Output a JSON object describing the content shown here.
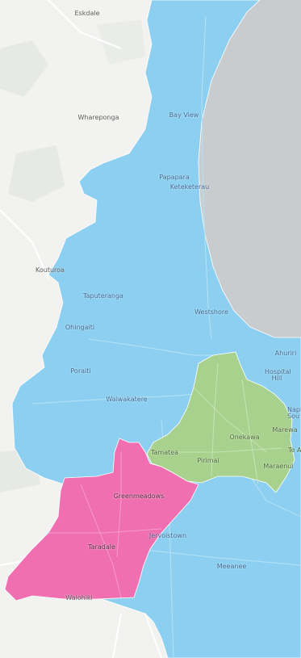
{
  "colors": {
    "land": "#f2f2f0",
    "land_patch": "#e6e9e5",
    "sea": "#c9ccce",
    "road": "#ffffff",
    "zone_blue": "#8ccff0",
    "zone_green": "#a9d18e",
    "zone_pink": "#ef6fb0",
    "zone_outline": "#ffffff"
  },
  "zones": [
    {
      "name": "blue",
      "color": "#8ccff0"
    },
    {
      "name": "green",
      "color": "#a9d18e"
    },
    {
      "name": "pink",
      "color": "#ef6fb0"
    }
  ],
  "places": [
    {
      "id": "eskdale",
      "label": "Eskdale",
      "tone": "base"
    },
    {
      "id": "whareponga",
      "label": "Whareponga",
      "tone": "base"
    },
    {
      "id": "bay-view",
      "label": "Bay View",
      "tone": "zone"
    },
    {
      "id": "papapara",
      "label": "Papapara",
      "tone": "zone"
    },
    {
      "id": "ketekete",
      "label": "Keteketerau",
      "tone": "zone"
    },
    {
      "id": "kouturoa",
      "label": "Kouturoa",
      "tone": "base"
    },
    {
      "id": "taputeranga",
      "label": "Taputeranga",
      "tone": "zone"
    },
    {
      "id": "westshore",
      "label": "Westshore",
      "tone": "zone"
    },
    {
      "id": "ohingaiti",
      "label": "Ohingaiti",
      "tone": "zone"
    },
    {
      "id": "ahuriri",
      "label": "Ahuriri",
      "tone": "zone"
    },
    {
      "id": "hospital-hill",
      "label": "Hospital Hill",
      "tone": "zone"
    },
    {
      "id": "poraiti",
      "label": "Poraiti",
      "tone": "zone"
    },
    {
      "id": "waiwhakatere",
      "label": "Waiwakatere",
      "tone": "zone"
    },
    {
      "id": "napier-south",
      "label": "Napi Sou",
      "tone": "zone"
    },
    {
      "id": "marewa",
      "label": "Marewa",
      "tone": "green"
    },
    {
      "id": "te-awa",
      "label": "Te A",
      "tone": "green"
    },
    {
      "id": "onekawa",
      "label": "Onekawa",
      "tone": "green"
    },
    {
      "id": "tamatea",
      "label": "Tamatea",
      "tone": "green"
    },
    {
      "id": "pirimai",
      "label": "Pirimai",
      "tone": "green"
    },
    {
      "id": "maraenui",
      "label": "Maraenui",
      "tone": "green"
    },
    {
      "id": "greenmeadows",
      "label": "Greenmeadows",
      "tone": "pink"
    },
    {
      "id": "jervoistown",
      "label": "Jervoistown",
      "tone": "zone"
    },
    {
      "id": "taradale",
      "label": "Taradale",
      "tone": "pink"
    },
    {
      "id": "meeanee",
      "label": "Meeanee",
      "tone": "zone"
    },
    {
      "id": "waiohiki",
      "label": "Waiohiki",
      "tone": "base"
    }
  ]
}
